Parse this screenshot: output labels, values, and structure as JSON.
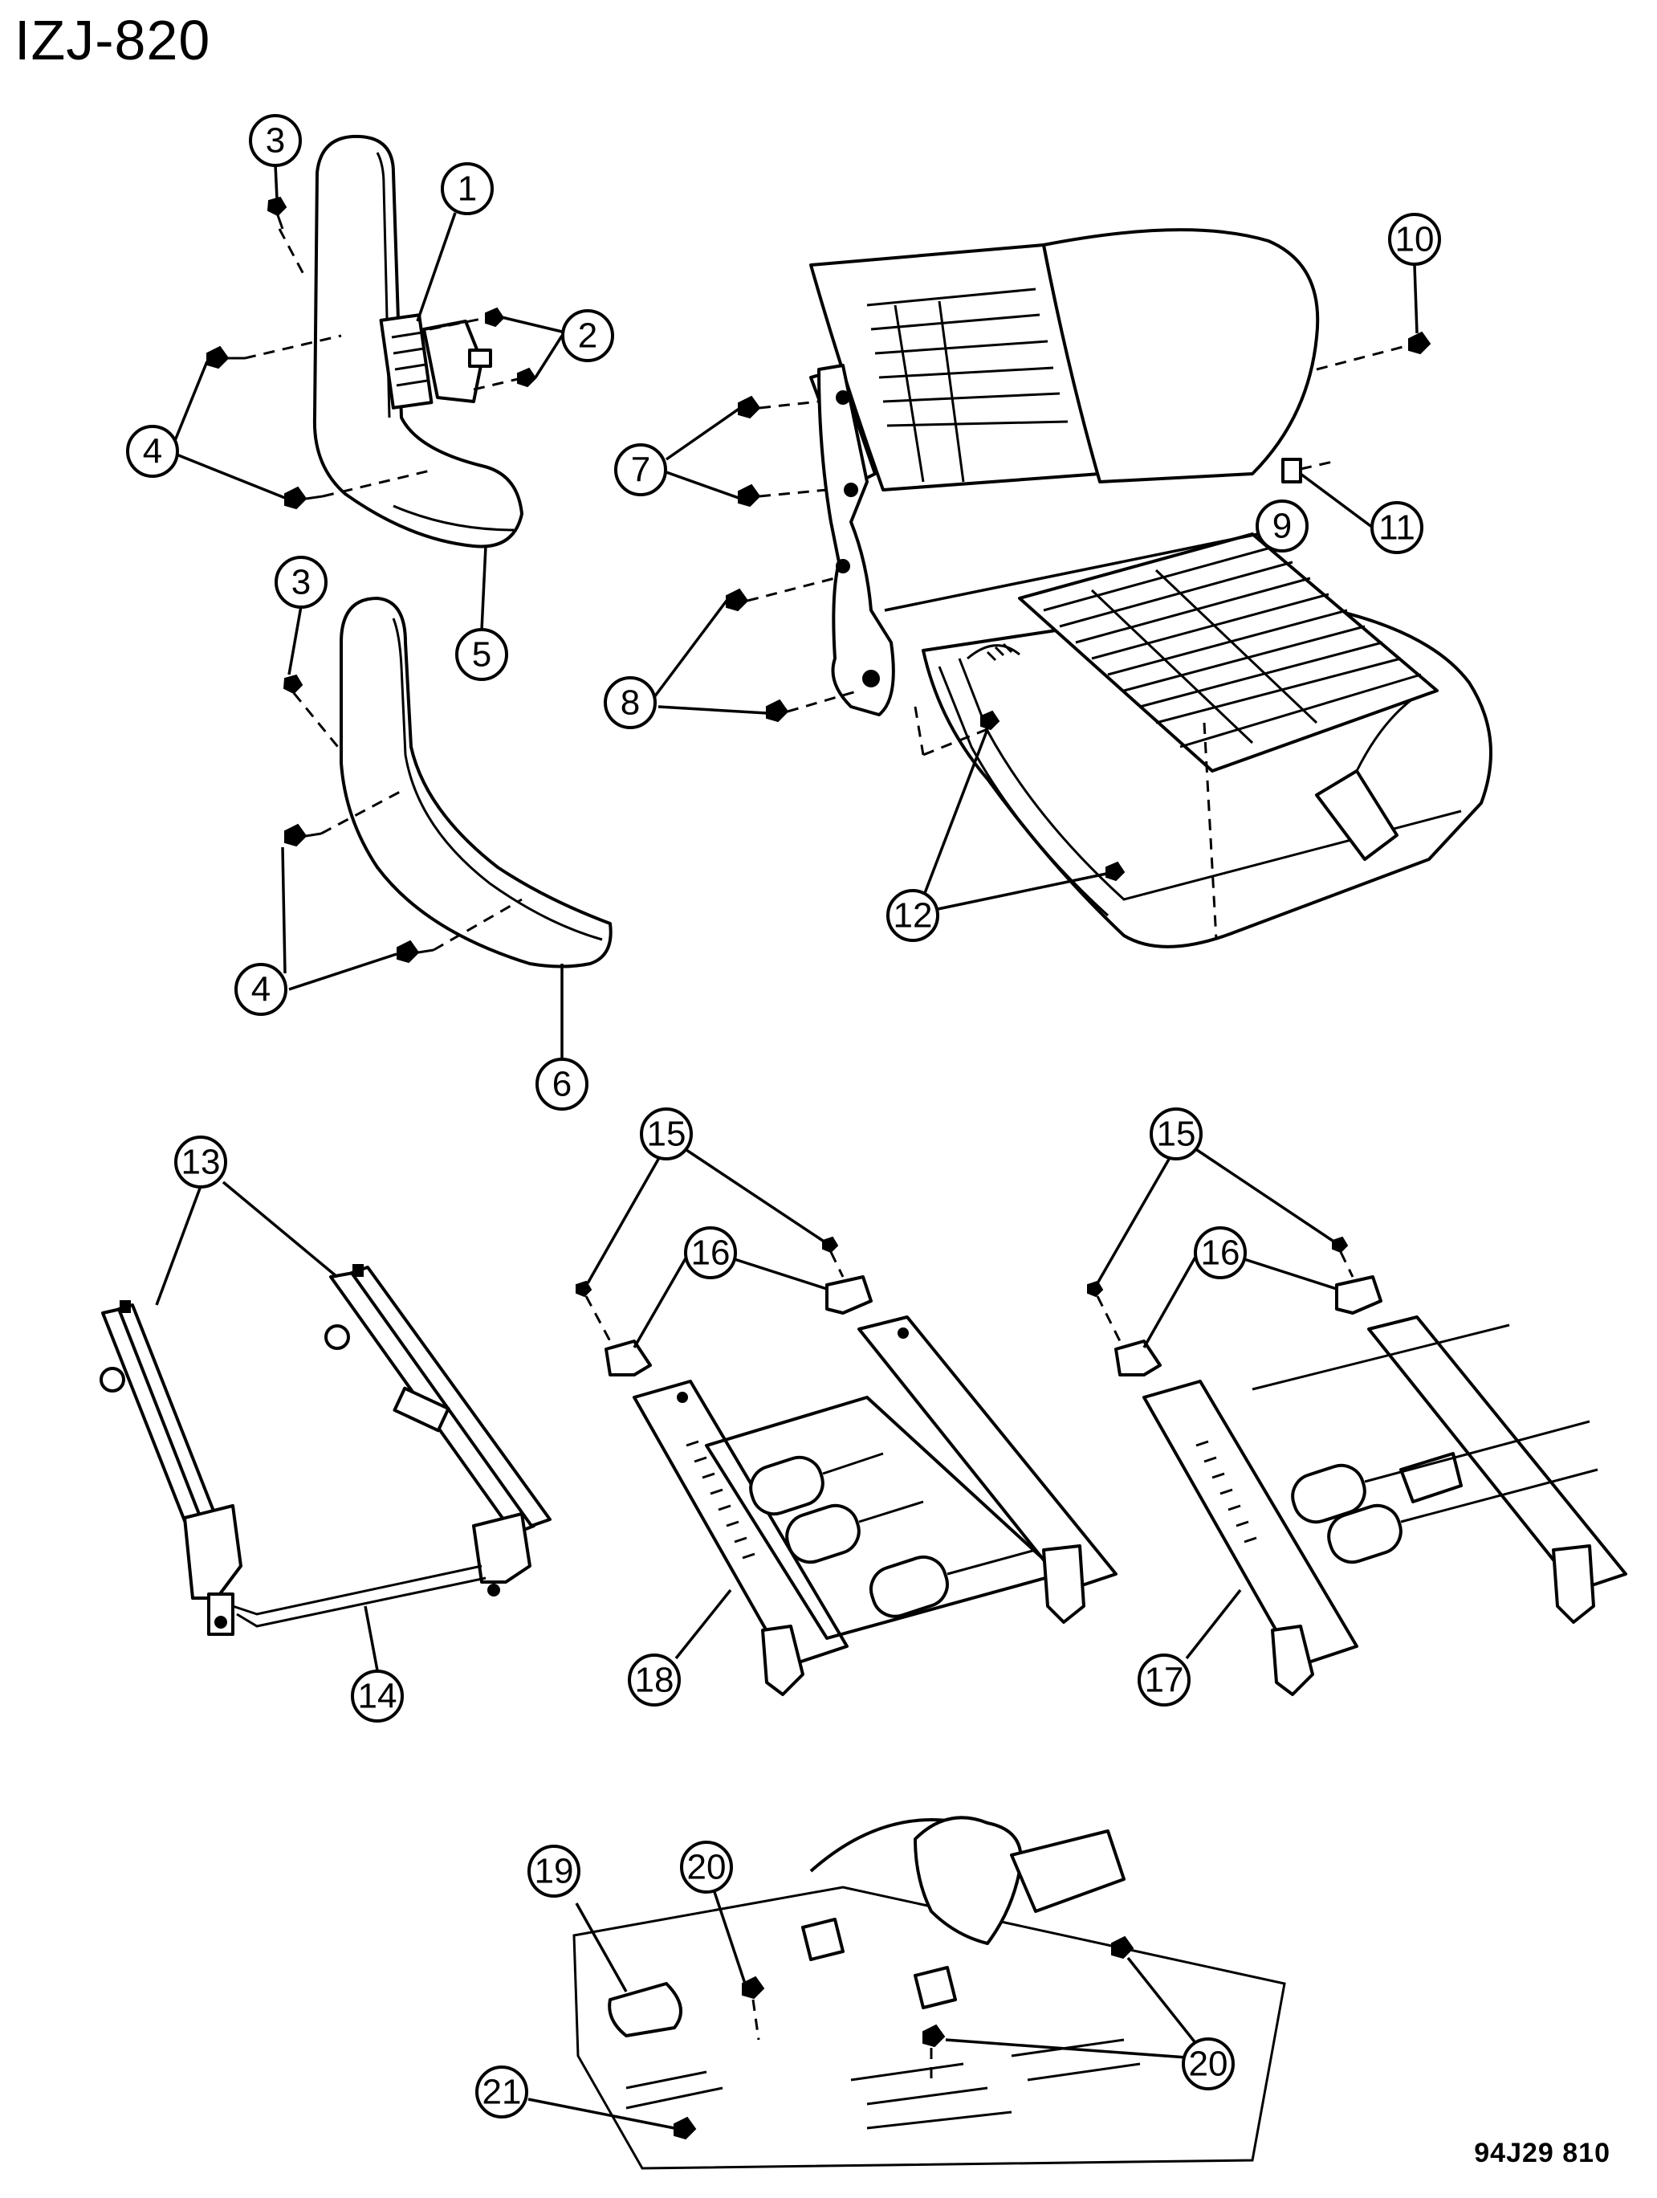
{
  "diagram": {
    "title": "IZJ-820",
    "code": "94J29 810",
    "callouts": [
      "1",
      "2",
      "3",
      "4",
      "5",
      "6",
      "7",
      "8",
      "9",
      "10",
      "11",
      "12",
      "13",
      "14",
      "15",
      "16",
      "17",
      "18",
      "19",
      "20",
      "21"
    ]
  }
}
